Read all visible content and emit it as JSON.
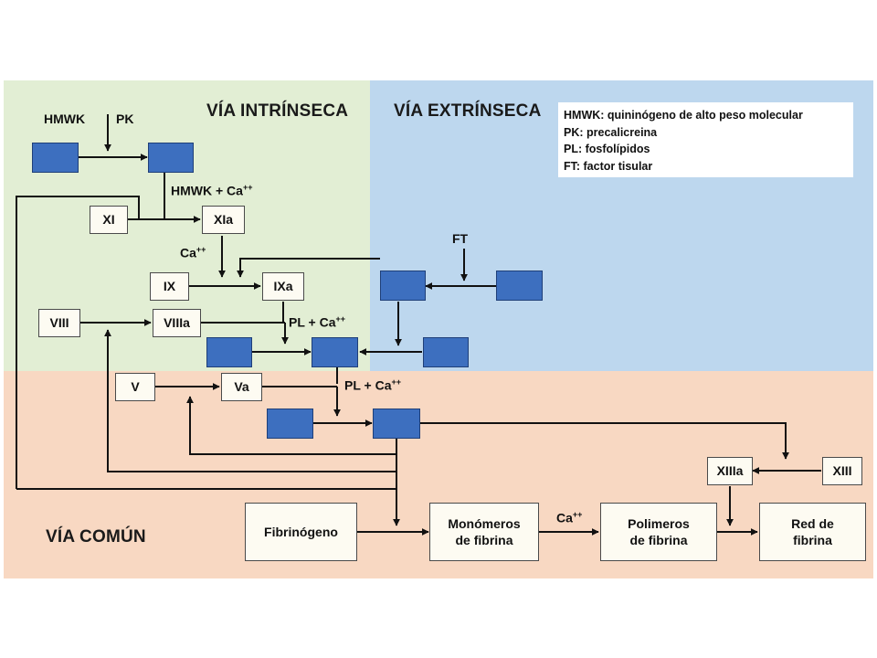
{
  "regions": {
    "intrinsic_title": "VÍA INTRÍNSECA",
    "extrinsic_title": "VÍA EXTRÍNSECA",
    "common_title": "VÍA COMÚN"
  },
  "colors": {
    "intrinsic_bg": "#e2eed4",
    "extrinsic_bg": "#bdd7ee",
    "common_bg": "#f8d8c2",
    "blank_factor_box": "#3d6fbf"
  },
  "legend": [
    "HMWK: quininógeno de alto peso molecular",
    "PK: precalicreina",
    "PL: fosfolípidos",
    "FT: factor tisular"
  ],
  "labels": {
    "hmwk": "HMWK",
    "pk": "PK",
    "hmwk_ca": "HMWK + Ca",
    "ca_1": "Ca",
    "pl_ca_1": "PL + Ca",
    "pl_ca_2": "PL + Ca",
    "ft": "FT",
    "ca_2": "Ca",
    "superscript": "++"
  },
  "factors": {
    "xi": "XI",
    "xia": "XIa",
    "ix": "IX",
    "ixa": "IXa",
    "viii": "VIII",
    "viiia": "VIIIa",
    "v": "V",
    "va": "Va",
    "xiii": "XIII",
    "xiiia": "XIIIa"
  },
  "products": {
    "fibrinogeno": "Fibrinógeno",
    "monomeros": "Monómeros de fibrina",
    "polimeros": "Polimeros de fibrina",
    "red": "Red de fibrina"
  }
}
